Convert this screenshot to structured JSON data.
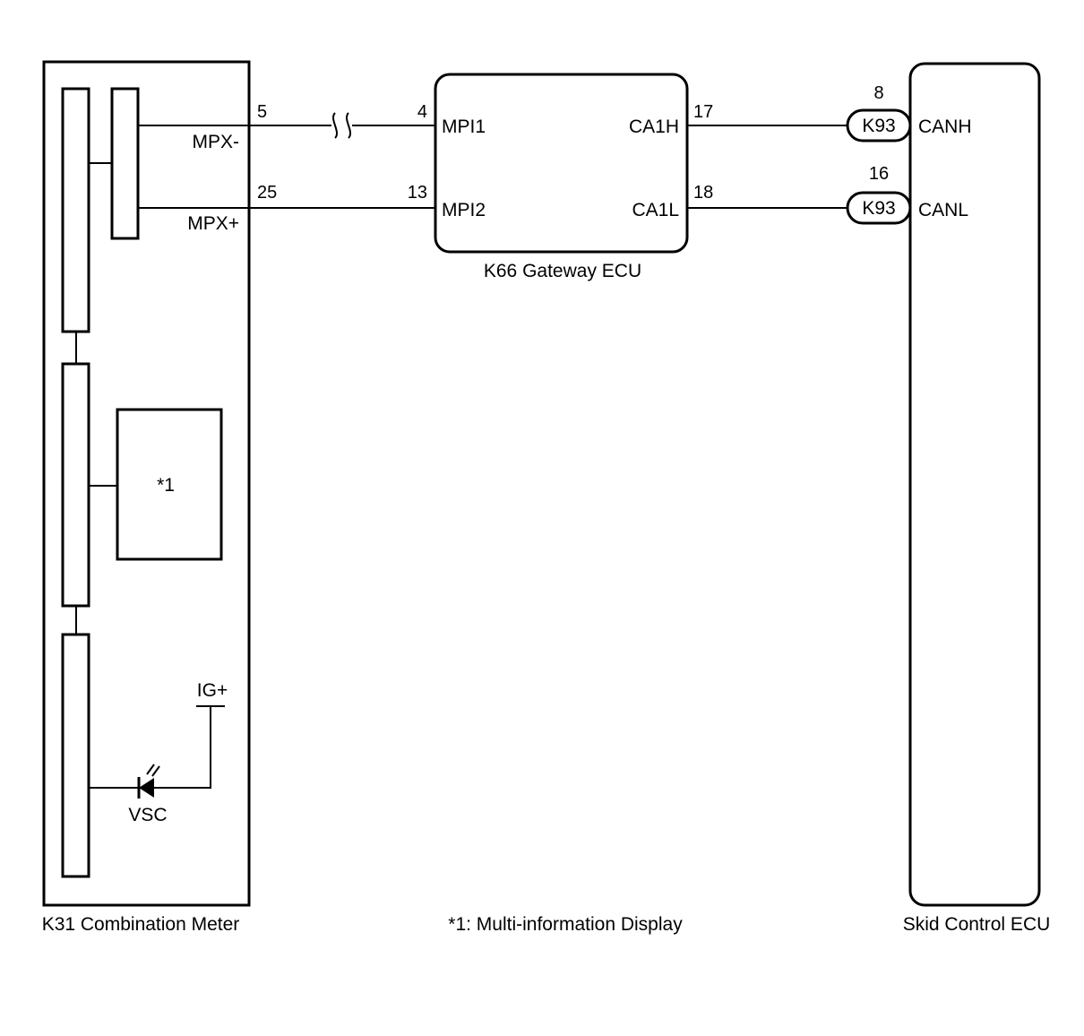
{
  "components": {
    "combination_meter": {
      "label": "K31  Combination Meter"
    },
    "gateway_ecu": {
      "label": "K66  Gateway ECU"
    },
    "skid_control_ecu": {
      "label": "Skid Control ECU"
    },
    "multi_info_display": {
      "label": "*1"
    }
  },
  "meter_terminals": {
    "mpx_minus": {
      "name": "MPX-",
      "pin": "5"
    },
    "mpx_plus": {
      "name": "MPX+",
      "pin": "25"
    },
    "ig_plus": {
      "name": "IG+"
    },
    "vsc_indicator": {
      "name": "VSC"
    }
  },
  "gateway_terminals": {
    "mpi1": {
      "name": "MPI1",
      "pin": "4"
    },
    "mpi2": {
      "name": "MPI2",
      "pin": "13"
    },
    "ca1h": {
      "name": "CA1H",
      "pin": "17"
    },
    "ca1l": {
      "name": "CA1L",
      "pin": "18"
    }
  },
  "skid_terminals": {
    "canh": {
      "name": "CANH",
      "pin": "8",
      "connector": "K93"
    },
    "canl": {
      "name": "CANL",
      "pin": "16",
      "connector": "K93"
    }
  },
  "footnote": "*1: Multi-information Display",
  "colors": {
    "line": "#000000",
    "background": "#ffffff"
  }
}
